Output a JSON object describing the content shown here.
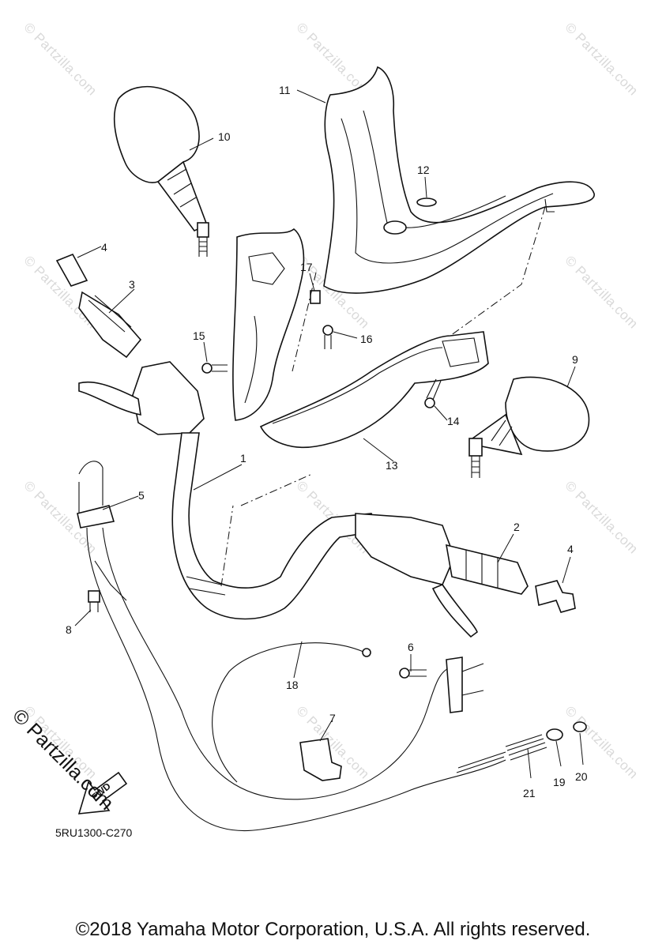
{
  "watermark_text": "© Partzilla.com",
  "side_watermark": "© Partzilla.com",
  "diagram_code": "5RU1300-C270",
  "copyright": "©2018 Yamaha Motor Corporation, U.S.A. All rights reserved.",
  "fwd_label": "FWD",
  "callouts": [
    {
      "id": "1",
      "label": "1"
    },
    {
      "id": "2",
      "label": "2"
    },
    {
      "id": "3",
      "label": "3"
    },
    {
      "id": "4a",
      "label": "4"
    },
    {
      "id": "4b",
      "label": "4"
    },
    {
      "id": "5",
      "label": "5"
    },
    {
      "id": "6",
      "label": "6"
    },
    {
      "id": "7",
      "label": "7"
    },
    {
      "id": "8",
      "label": "8"
    },
    {
      "id": "9",
      "label": "9"
    },
    {
      "id": "10",
      "label": "10"
    },
    {
      "id": "11",
      "label": "11"
    },
    {
      "id": "12",
      "label": "12"
    },
    {
      "id": "13",
      "label": "13"
    },
    {
      "id": "14",
      "label": "14"
    },
    {
      "id": "15",
      "label": "15"
    },
    {
      "id": "16",
      "label": "16"
    },
    {
      "id": "17",
      "label": "17"
    },
    {
      "id": "18",
      "label": "18"
    },
    {
      "id": "19",
      "label": "19"
    },
    {
      "id": "20",
      "label": "20"
    },
    {
      "id": "21",
      "label": "21"
    }
  ]
}
